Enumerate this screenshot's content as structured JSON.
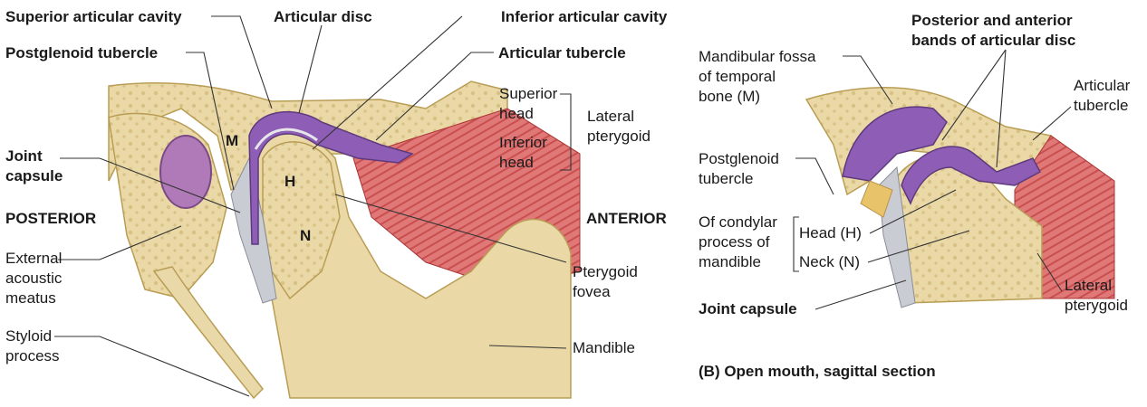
{
  "left_panel": {
    "labels": {
      "superior_articular_cavity": "Superior articular cavity",
      "articular_disc": "Articular disc",
      "inferior_articular_cavity": "Inferior articular cavity",
      "postglenoid_tubercle": "Postglenoid tubercle",
      "articular_tubercle": "Articular tubercle",
      "superior_head": "Superior\nhead",
      "inferior_head": "Inferior\nhead",
      "lateral_pterygoid": "Lateral\npterygoid",
      "joint_capsule": "Joint\ncapsule",
      "posterior": "POSTERIOR",
      "anterior": "ANTERIOR",
      "external_acoustic_meatus": "External\nacoustic\nmeatus",
      "styloid_process": "Styloid\nprocess",
      "pterygoid_fovea": "Pterygoid\nfovea",
      "mandible": "Mandible"
    },
    "letters": {
      "m": "M",
      "h": "H",
      "n": "N"
    }
  },
  "right_panel": {
    "labels": {
      "posterior_anterior_bands": "Posterior and anterior\nbands of articular disc",
      "mandibular_fossa": "Mandibular fossa\nof temporal\nbone (M)",
      "articular_tubercle": "Articular\ntubercle",
      "postglenoid_tubercle": "Postglenoid\ntubercle",
      "of_condylar_process": "Of condylar\nprocess of\nmandible",
      "head_h": "Head (H)",
      "neck_n": "Neck (N)",
      "joint_capsule": "Joint capsule",
      "lateral_pterygoid": "Lateral\npterygoid",
      "caption": "(B) Open mouth, sagittal section"
    }
  },
  "colors": {
    "bone": "#e9d9a8",
    "bone_dark": "#cdb36f",
    "disc": "#8e5db5",
    "capsule": "#c9ccd3",
    "muscle": "#d65a5a",
    "cartilage": "#e8c36a"
  }
}
